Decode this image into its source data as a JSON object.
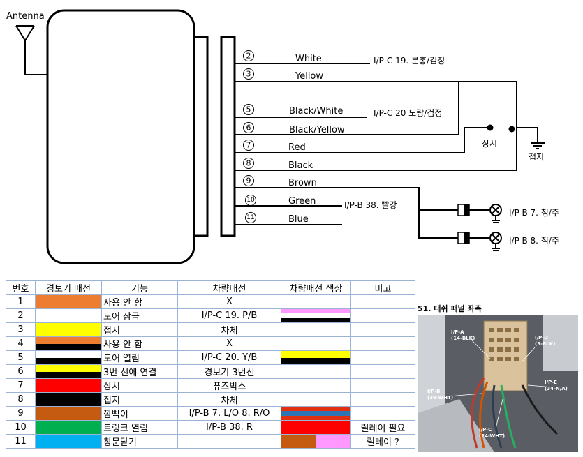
{
  "diagram": {
    "antenna_label": "Antenna",
    "pins": [
      {
        "num": "2",
        "label": "White"
      },
      {
        "num": "3",
        "label": "Yellow"
      },
      {
        "num": "5",
        "label": "Black/White"
      },
      {
        "num": "6",
        "label": "Black/Yellow"
      },
      {
        "num": "7",
        "label": "Red"
      },
      {
        "num": "8",
        "label": "Black"
      },
      {
        "num": "9",
        "label": "Brown"
      },
      {
        "num": "10",
        "label": "Green"
      },
      {
        "num": "11",
        "label": "Blue"
      }
    ],
    "notes": {
      "white": "I/P-C 19. 분홍/검정",
      "bw": "I/P-C 20 노랑/검정",
      "green": "I/P-B 38. 빨강",
      "constant": "상시",
      "ground": "접지",
      "lamp1": "I/P-B 7. 청/주",
      "lamp2": "I/P-B 8. 적/주"
    }
  },
  "table": {
    "headers": [
      "번호",
      "경보기 배선",
      "기능",
      "차량배선",
      "차량배선 색상",
      "비고"
    ],
    "rows": [
      {
        "no": "1",
        "alarm": [
          "#ed7d31"
        ],
        "func": "사용 안 함",
        "vehicle": "X",
        "vcolor": [],
        "note": ""
      },
      {
        "no": "2",
        "alarm": [
          "#ffffff"
        ],
        "func": "도어 잠금",
        "vehicle": "I/P-C 19. P/B",
        "vcolor": [
          "#ff99ff",
          "#ffffff",
          "#000000"
        ],
        "note": ""
      },
      {
        "no": "3",
        "alarm": [
          "#ffff00"
        ],
        "func": "접지",
        "vehicle": "차체",
        "vcolor": [],
        "note": ""
      },
      {
        "no": "4",
        "alarm": [
          "#ed7d31",
          "#000000"
        ],
        "func": "사용 안 함",
        "vehicle": "X",
        "vcolor": [],
        "note": ""
      },
      {
        "no": "5",
        "alarm": [
          "#ffffff",
          "#000000"
        ],
        "func": "도어 열림",
        "vehicle": "I/P-C 20. Y/B",
        "vcolor": [
          "#ffff00",
          "#000000"
        ],
        "note": ""
      },
      {
        "no": "6",
        "alarm": [
          "#ffff00",
          "#000000"
        ],
        "func": "3번 선에 연결",
        "vehicle": "경보기 3번선",
        "vcolor": [],
        "note": ""
      },
      {
        "no": "7",
        "alarm": [
          "#ff0000"
        ],
        "func": "상시",
        "vehicle": "퓨즈박스",
        "vcolor": [],
        "note": ""
      },
      {
        "no": "8",
        "alarm": [
          "#000000"
        ],
        "func": "접지",
        "vehicle": "차체",
        "vcolor": [],
        "note": ""
      },
      {
        "no": "9",
        "alarm": [
          "#c55a11"
        ],
        "func": "깜빡이",
        "vehicle": "I/P-B 7. L/O 8. R/O",
        "vcolor": [
          "#e03010",
          "#2e75b6",
          "#e03010"
        ],
        "note": ""
      },
      {
        "no": "10",
        "alarm": [
          "#00b050"
        ],
        "func": "트렁크 열림",
        "vehicle": "I/P-B 38. R",
        "vcolor": [
          "#ff0000"
        ],
        "note": "릴레이 필요"
      },
      {
        "no": "11",
        "alarm": [
          "#00b0f0"
        ],
        "func": "창문닫기",
        "vehicle": "",
        "vcolor": [
          "#c55a11",
          "#ff99ff"
        ],
        "note": "릴레이 ?"
      }
    ]
  },
  "photo": {
    "title": "51. 대쉬 패널 좌측",
    "labels": {
      "ipa": "I/P-A",
      "ipa_sub": "(14-BLK)",
      "ipd": "I/P-D",
      "ipd_sub": "(3-BLK)",
      "ipb": "I/P-B",
      "ipb_sub": "(39-WHT)",
      "ipe": "I/P-E",
      "ipe_sub": "(34-N/A)",
      "ipc": "I/P-C",
      "ipc_sub": "(24-WHT)"
    }
  }
}
